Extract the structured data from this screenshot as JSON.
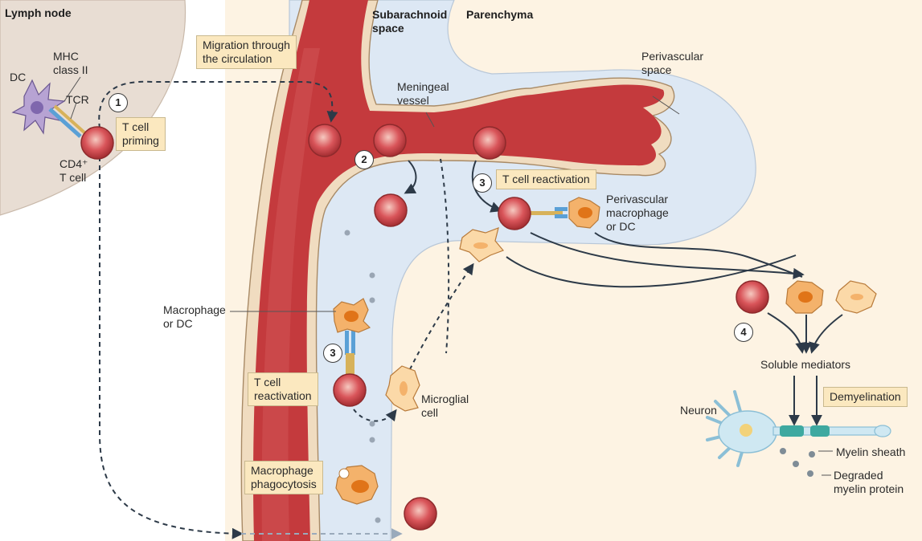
{
  "regions": {
    "lymph_node": "Lymph node",
    "subarachnoid_space": "Subarachnoid\nspace",
    "parenchyma": "Parenchyma",
    "perivascular_space": "Perivascular\nspace",
    "meningeal_vessel": "Meningeal\nvessel"
  },
  "cells": {
    "dc": "DC",
    "mhc_class_ii": "MHC\nclass II",
    "tcr": "TCR",
    "cd4_t_cell": "CD4⁺\nT cell",
    "macrophage_or_dc": "Macrophage\nor DC",
    "perivascular_macrophage": "Perivascular\nmacrophage\nor DC",
    "microglial_cell": "Microglial\ncell",
    "neuron": "Neuron",
    "myelin_sheath": "Myelin sheath",
    "degraded_myelin_protein": "Degraded\nmyelin protein",
    "soluble_mediators": "Soluble mediators"
  },
  "steps": {
    "step1_number": "1",
    "step1_label": "T cell\npriming",
    "migration": "Migration through\nthe circulation",
    "step2_number": "2",
    "step3a_number": "3",
    "step3a_label": "T cell reactivation",
    "step3b_number": "3",
    "step3b_label": "T cell\nreactivation",
    "phagocytosis": "Macrophage\nphagocytosis",
    "step4_number": "4",
    "demyelination": "Demyelination"
  },
  "colors": {
    "lymph_node": "#e8ddd3",
    "parenchyma": "#fdf3e3",
    "csf_space": "#dde8f4",
    "vessel": "#c43a3d",
    "vessel_wall": "#f0dcc0",
    "callout_box": "#fbe8bf",
    "t_cell": "#c53a3e",
    "macrophage": "#f4b26b",
    "neuron": "#cfe8f2",
    "myelin": "#3ea9a0"
  }
}
